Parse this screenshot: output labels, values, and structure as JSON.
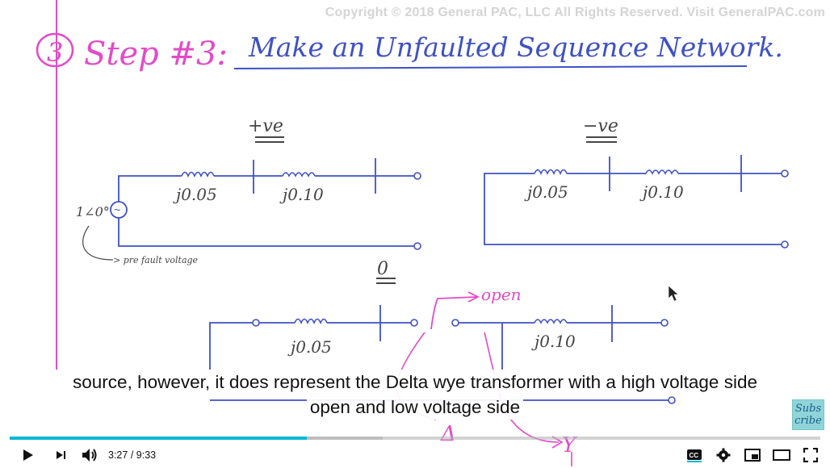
{
  "copyright": "Copyright © 2018 General PAC, LLC All Rights Reserved. Visit GeneralPAC.com",
  "whiteboard": {
    "step_number": "3",
    "title": "Step #3:",
    "subtitle": "Make an Unfaulted Sequence Network.",
    "positive_label": "+ve",
    "negative_label": "−ve",
    "zero_label": "0",
    "impedance_1": "j0.05",
    "impedance_2": "j0.10",
    "source_value": "1∠0°",
    "source_symbol": "~",
    "prefault_note": "> pre fault voltage",
    "open_note": "open",
    "delta_note": "Δ",
    "wye_note": "Y",
    "ink_colors": {
      "circuit": "#3f51c4",
      "notes": "#e24bc7",
      "text": "#454545"
    }
  },
  "captions": {
    "line1": "source, however, it does represent the Delta wye transformer with a high voltage side",
    "line2": "open and low voltage side"
  },
  "subscribe_label": "Subs cribe",
  "player": {
    "progress_played": 0.367,
    "progress_buffered": 0.46,
    "current_time": "3:27",
    "separator": " / ",
    "duration": "9:33",
    "icons": {
      "play": "play-icon",
      "next": "next-icon",
      "volume": "volume-icon",
      "captions": "captions-icon",
      "settings": "gear-icon",
      "miniplayer": "miniplayer-icon",
      "theater": "theater-icon",
      "fullscreen": "fullscreen-icon"
    },
    "accent_color": "#00b7d4"
  }
}
